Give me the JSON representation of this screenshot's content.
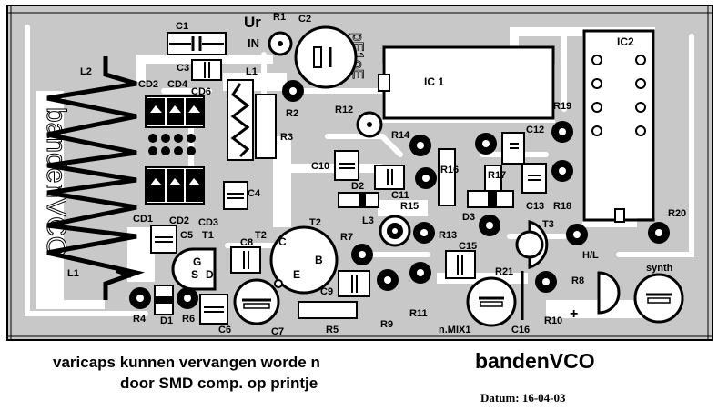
{
  "captions": {
    "line1": "varicaps kunnen  vervangen worde n",
    "line2": "door SMD comp.  op printje",
    "title": "bandenVCO",
    "date": "Datum: 16-04-03"
  },
  "labels": {
    "c1": "C1",
    "ur": "Ur",
    "r1": "R1",
    "c2": "C2",
    "in": "IN",
    "c3": "C3",
    "l2": "L2",
    "l1_top": "L1",
    "cd2_top": "CD2",
    "cd4": "CD4",
    "cd6": "CD6",
    "r2": "R2",
    "r3": "R3",
    "ic1": "IC 1",
    "ic2": "IC2",
    "r12": "R12",
    "r19": "R19",
    "r14": "R14",
    "c12": "C12",
    "c10": "C10",
    "r16": "R16",
    "r17": "R17",
    "c11": "C11",
    "d2": "D2",
    "c13": "C13",
    "r18": "R18",
    "c4": "C4",
    "r15": "R15",
    "cd1": "CD1",
    "cd2": "CD2",
    "cd3": "CD3",
    "t2": "T2",
    "l3": "L3",
    "d3": "D3",
    "r13": "R13",
    "t3": "T3",
    "r20": "R20",
    "c5": "C5",
    "t1": "T1",
    "c8": "C8",
    "c": "C",
    "r7": "R7",
    "c15": "C15",
    "hl": "H/L",
    "g": "G",
    "b": "B",
    "s": "S",
    "d": "D",
    "e": "E",
    "l1": "L1",
    "r21": "R21",
    "c9": "C9",
    "r8": "R8",
    "synth": "synth",
    "r4": "R4",
    "d1": "D1",
    "r6": "R6",
    "c6": "C6",
    "c7": "C7",
    "r5": "R5",
    "r9": "R9",
    "r11": "R11",
    "nmix": "n.MIX1",
    "c16": "C16",
    "r10": "R10",
    "plus": "+"
  },
  "colors": {
    "board": "#c8c8c8",
    "ink": "#000000",
    "trace": "#ffffff"
  }
}
